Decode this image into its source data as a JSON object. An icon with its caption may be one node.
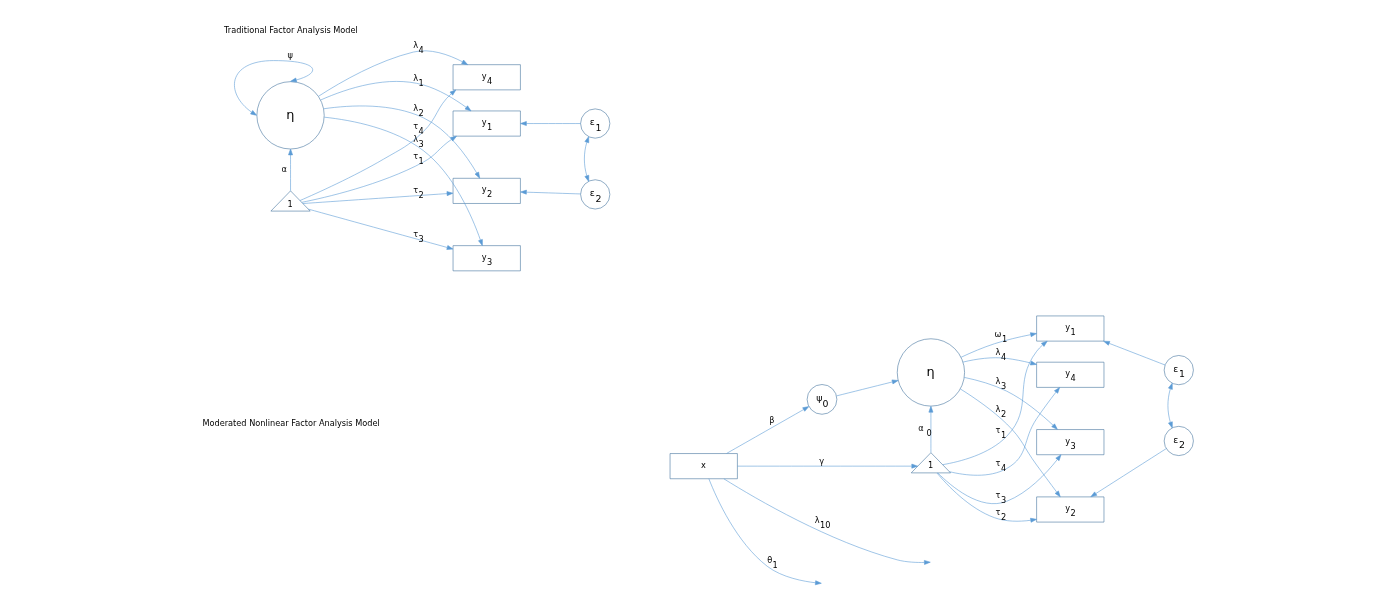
{
  "diagram": {
    "nodes": [
      {
        "text": [
          "η"
        ]
      },
      {
        "text": [
          "1"
        ]
      },
      {
        "text": [
          "y$_{1}$"
        ]
      },
      {
        "text": [
          "y$_{2}$"
        ]
      },
      {
        "text": [
          "y$_{3}$"
        ]
      },
      {
        "text": [
          "y$_{4}$"
        ]
      },
      {
        "text": [
          "ε$_{1}$"
        ]
      },
      {
        "text": [
          "ε$_{2}$"
        ]
      },
      {
        "text": [
          "x"
        ]
      },
      {
        "text": [
          "ψ$_{0}$"
        ]
      },
      {
        "text": [
          "η"
        ]
      },
      {
        "text": [
          "1"
        ]
      },
      {
        "text": [
          "y$_{1}$"
        ]
      },
      {
        "text": [
          "y$_{2}$"
        ]
      },
      {
        "text": [
          "y$_{3}$"
        ]
      },
      {
        "text": [
          "y$_{4}$"
        ]
      },
      {
        "text": [
          "ε$_{1}$"
        ]
      },
      {
        "text": [
          "ε$_{2}$"
        ]
      }
    ],
    "edges": [
      {
        "from": 0,
        "to": 0,
        "arrow": "both",
        "label": "ψ"
      },
      {
        "from": 1,
        "to": 0,
        "arrow": "to",
        "label": "α"
      },
      {
        "from": 0,
        "to": 2,
        "arrow": "to",
        "label": "λ$_{1}$"
      },
      {
        "from": 0,
        "to": 3,
        "arrow": "to",
        "label": "λ$_{2}$"
      },
      {
        "from": 0,
        "to": 4,
        "arrow": "to",
        "label": "λ$_{3}$"
      },
      {
        "from": 0,
        "to": 5,
        "arrow": "to",
        "label": "λ$_{4}$"
      },
      {
        "from": 1,
        "to": 2,
        "arrow": "to",
        "label": "τ$_{1}$"
      },
      {
        "from": 1,
        "to": 3,
        "arrow": "to",
        "label": "τ$_{2}$"
      },
      {
        "from": 1,
        "to": 4,
        "arrow": "to",
        "label": "τ$_{3}$"
      },
      {
        "from": 1,
        "to": 5,
        "arrow": "to",
        "label": "τ$_{4}$"
      },
      {
        "from": 6,
        "to": 2,
        "arrow": "to"
      },
      {
        "from": 7,
        "to": 3,
        "arrow": "to"
      },
      {
        "from": 6,
        "to": 7,
        "arrow": "both"
      },
      {
        "from": 8,
        "to": 9,
        "arrow": "to",
        "label": "β"
      },
      {
        "from": 8,
        "to": 11,
        "arrow": "to",
        "label": "γ"
      },
      {
        "from": 8,
        "to": null,
        "arrow": "to",
        "label": "λ$_{10}$"
      },
      {
        "from": 8,
        "to": null,
        "arrow": "to",
        "label": "θ$_{1}$"
      },
      {
        "from": 9,
        "to": 10,
        "arrow": "to"
      },
      {
        "from": 11,
        "to": 10,
        "arrow": "to",
        "label": "α $_{0}$"
      },
      {
        "from": 10,
        "to": 12,
        "arrow": "to",
        "label": "ω$_{1}$"
      },
      {
        "from": 10,
        "to": 13,
        "arrow": "to",
        "label": "λ$_{2}$"
      },
      {
        "from": 10,
        "to": 14,
        "arrow": "to",
        "label": "λ$_{3}$"
      },
      {
        "from": 10,
        "to": 15,
        "arrow": "to",
        "label": "λ$_{4}$"
      },
      {
        "from": 11,
        "to": 12,
        "arrow": "to",
        "label": "τ$_{1}$"
      },
      {
        "from": 11,
        "to": 13,
        "arrow": "to",
        "label": "τ$_{2}$"
      },
      {
        "from": 11,
        "to": 14,
        "arrow": "to",
        "label": "τ$_{3}$"
      },
      {
        "from": 11,
        "to": 15,
        "arrow": "to",
        "label": "τ$_{4}$"
      },
      {
        "from": 16,
        "to": 12,
        "arrow": "to"
      },
      {
        "from": 17,
        "to": 13,
        "arrow": "to"
      },
      {
        "from": 16,
        "to": 17,
        "arrow": "both"
      }
    ],
    "labels": [
      "Traditional Factor Analysis Model",
      "Moderated Nonlinear Factor Analysis Model"
    ]
  }
}
